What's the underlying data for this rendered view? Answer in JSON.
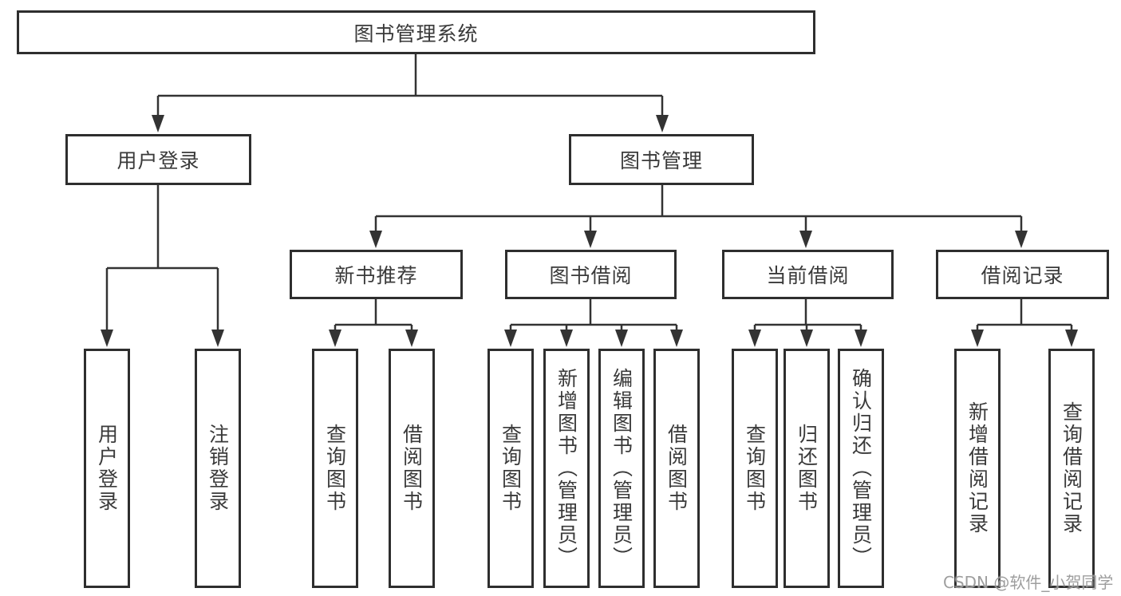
{
  "diagram": {
    "label": "图书管理系统",
    "children": [
      {
        "label": "用户登录",
        "children": [
          {
            "label": "用户登录"
          },
          {
            "label": "注销登录"
          }
        ]
      },
      {
        "label": "图书管理",
        "children": [
          {
            "label": "新书推荐",
            "children": [
              {
                "label": "查询图书"
              },
              {
                "label": "借阅图书"
              }
            ]
          },
          {
            "label": "图书借阅",
            "children": [
              {
                "label": "查询图书"
              },
              {
                "label": "新增图书（管理员）"
              },
              {
                "label": "编辑图书（管理员）"
              },
              {
                "label": "借阅图书"
              }
            ]
          },
          {
            "label": "当前借阅",
            "children": [
              {
                "label": "查询图书"
              },
              {
                "label": "归还图书"
              },
              {
                "label": "确认归还（管理员）"
              }
            ]
          },
          {
            "label": "借阅记录",
            "children": [
              {
                "label": "新增借阅记录"
              },
              {
                "label": "查询借阅记录"
              }
            ]
          }
        ]
      }
    ]
  },
  "watermark": {
    "text": "CSDN @软件_小贺同学"
  },
  "colors": {
    "line": "#333333",
    "box_border": "#2e2e2e",
    "text": "#3a3a3a",
    "watermark": "#949494",
    "background": "#ffffff"
  }
}
